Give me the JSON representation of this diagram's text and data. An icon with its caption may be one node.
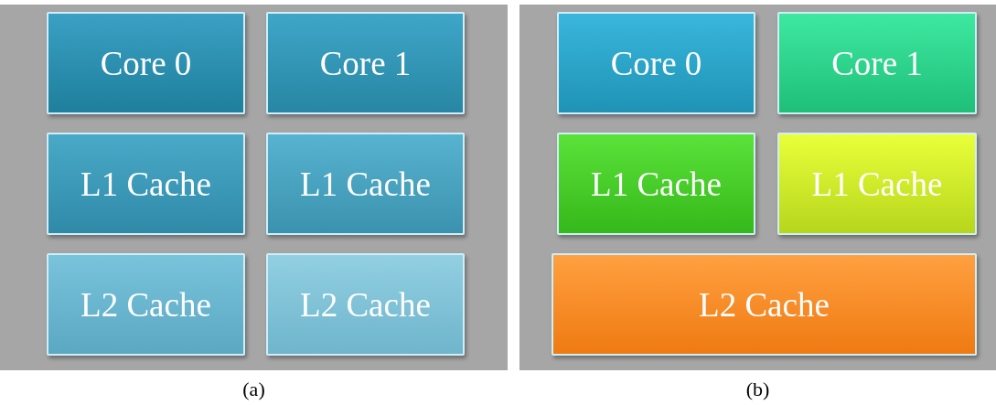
{
  "diagram": {
    "nodes": [
      {
        "text": [],
        "shape": "box",
        "beside": [
          "(a)"
        ]
      },
      {
        "text": [
          "Core 0"
        ],
        "in": 0
      },
      {
        "text": [
          "Core 1"
        ],
        "in": 0
      },
      {
        "text": [
          "L1 Cache"
        ],
        "in": 0
      },
      {
        "text": [
          "L1 Cache"
        ],
        "in": 0
      },
      {
        "text": [
          "L2 Cache"
        ],
        "in": 0
      },
      {
        "text": [
          "L2 Cache"
        ],
        "in": 0
      },
      {
        "text": [],
        "shape": "box",
        "beside": [
          "(b)"
        ]
      },
      {
        "text": [
          "Core 0"
        ],
        "in": 7
      },
      {
        "text": [
          "Core 1"
        ],
        "in": 7
      },
      {
        "text": [
          "L1 Cache"
        ],
        "in": 7
      },
      {
        "text": [
          "L1 Cache"
        ],
        "in": 7
      },
      {
        "text": [
          "L2 Cache"
        ],
        "in": 7
      }
    ],
    "edges": []
  }
}
